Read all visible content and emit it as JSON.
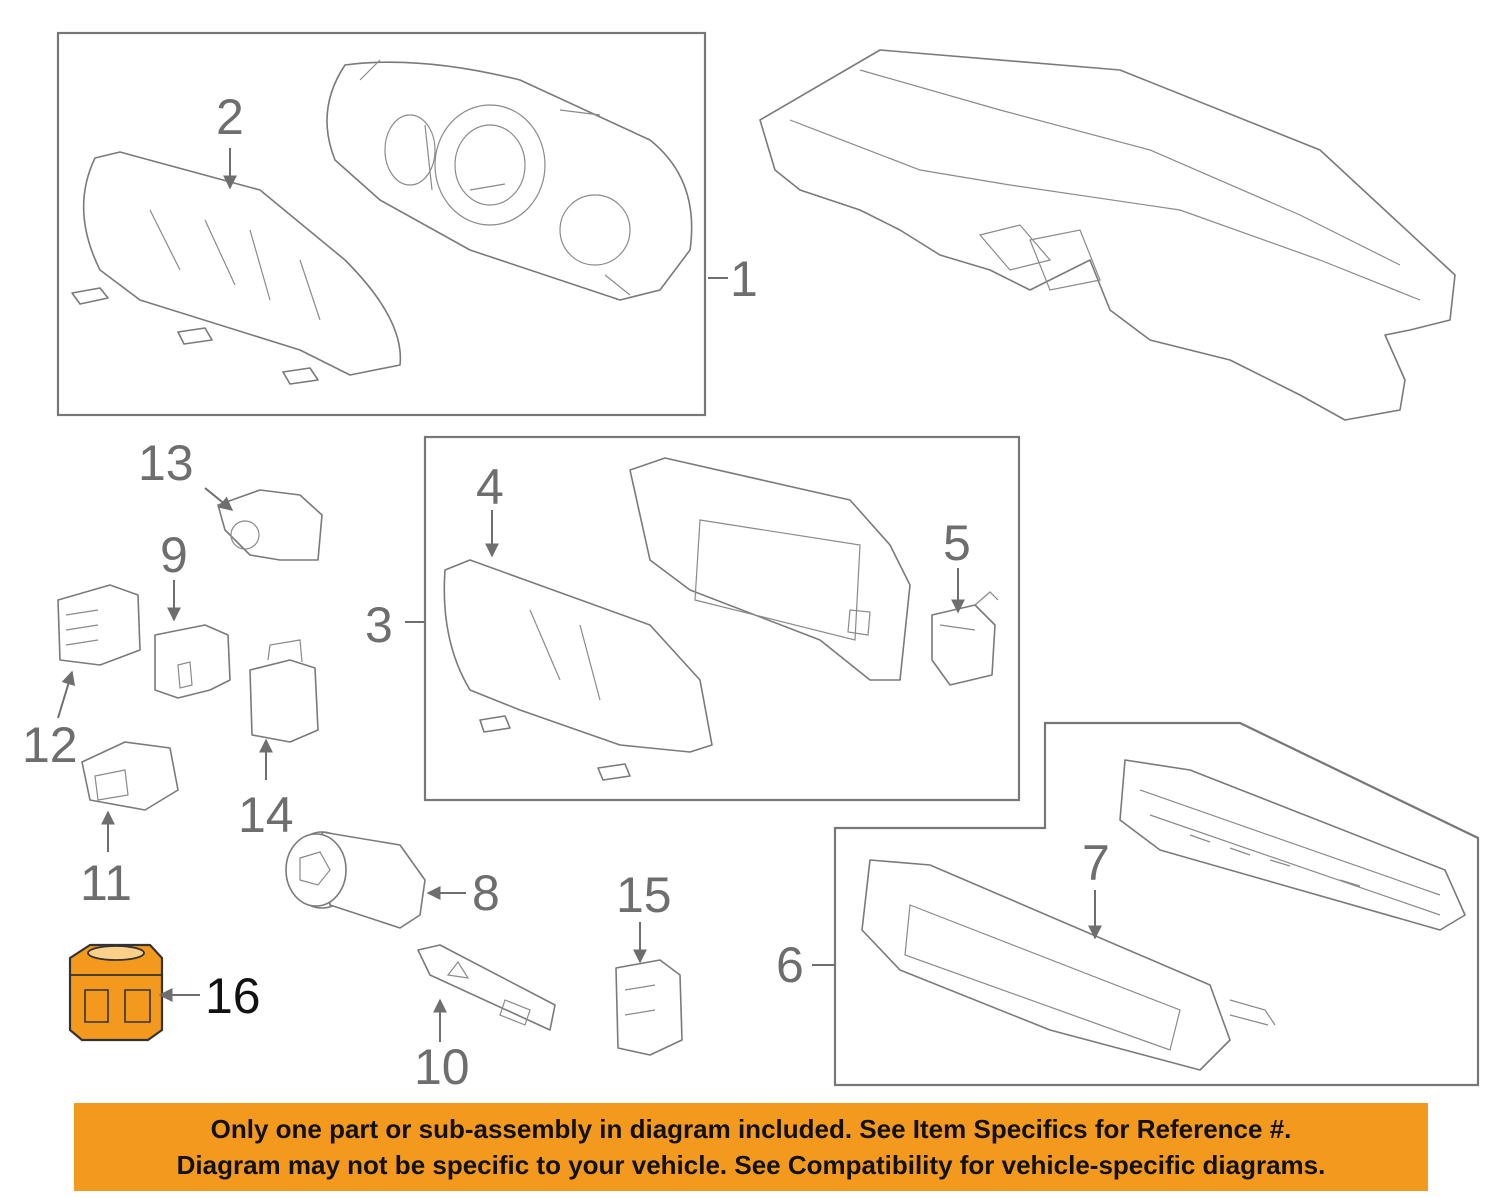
{
  "callouts": {
    "c1": "1",
    "c2": "2",
    "c3": "3",
    "c4": "4",
    "c5": "5",
    "c6": "6",
    "c7": "7",
    "c8": "8",
    "c9": "9",
    "c10": "10",
    "c11": "11",
    "c12": "12",
    "c13": "13",
    "c14": "14",
    "c15": "15",
    "c16": "16"
  },
  "highlighted_part": "16",
  "colors": {
    "highlight_fill": "#f39a1e",
    "notice_bg": "#f39a1e",
    "line": "#7a7a7a",
    "callout_text": "#6e6e6e"
  },
  "notice": {
    "line1": "Only one part or sub-assembly in diagram included. See Item Specifics for Reference #.",
    "line2": "Diagram may not be specific to your vehicle. See Compatibility for vehicle-specific diagrams."
  }
}
